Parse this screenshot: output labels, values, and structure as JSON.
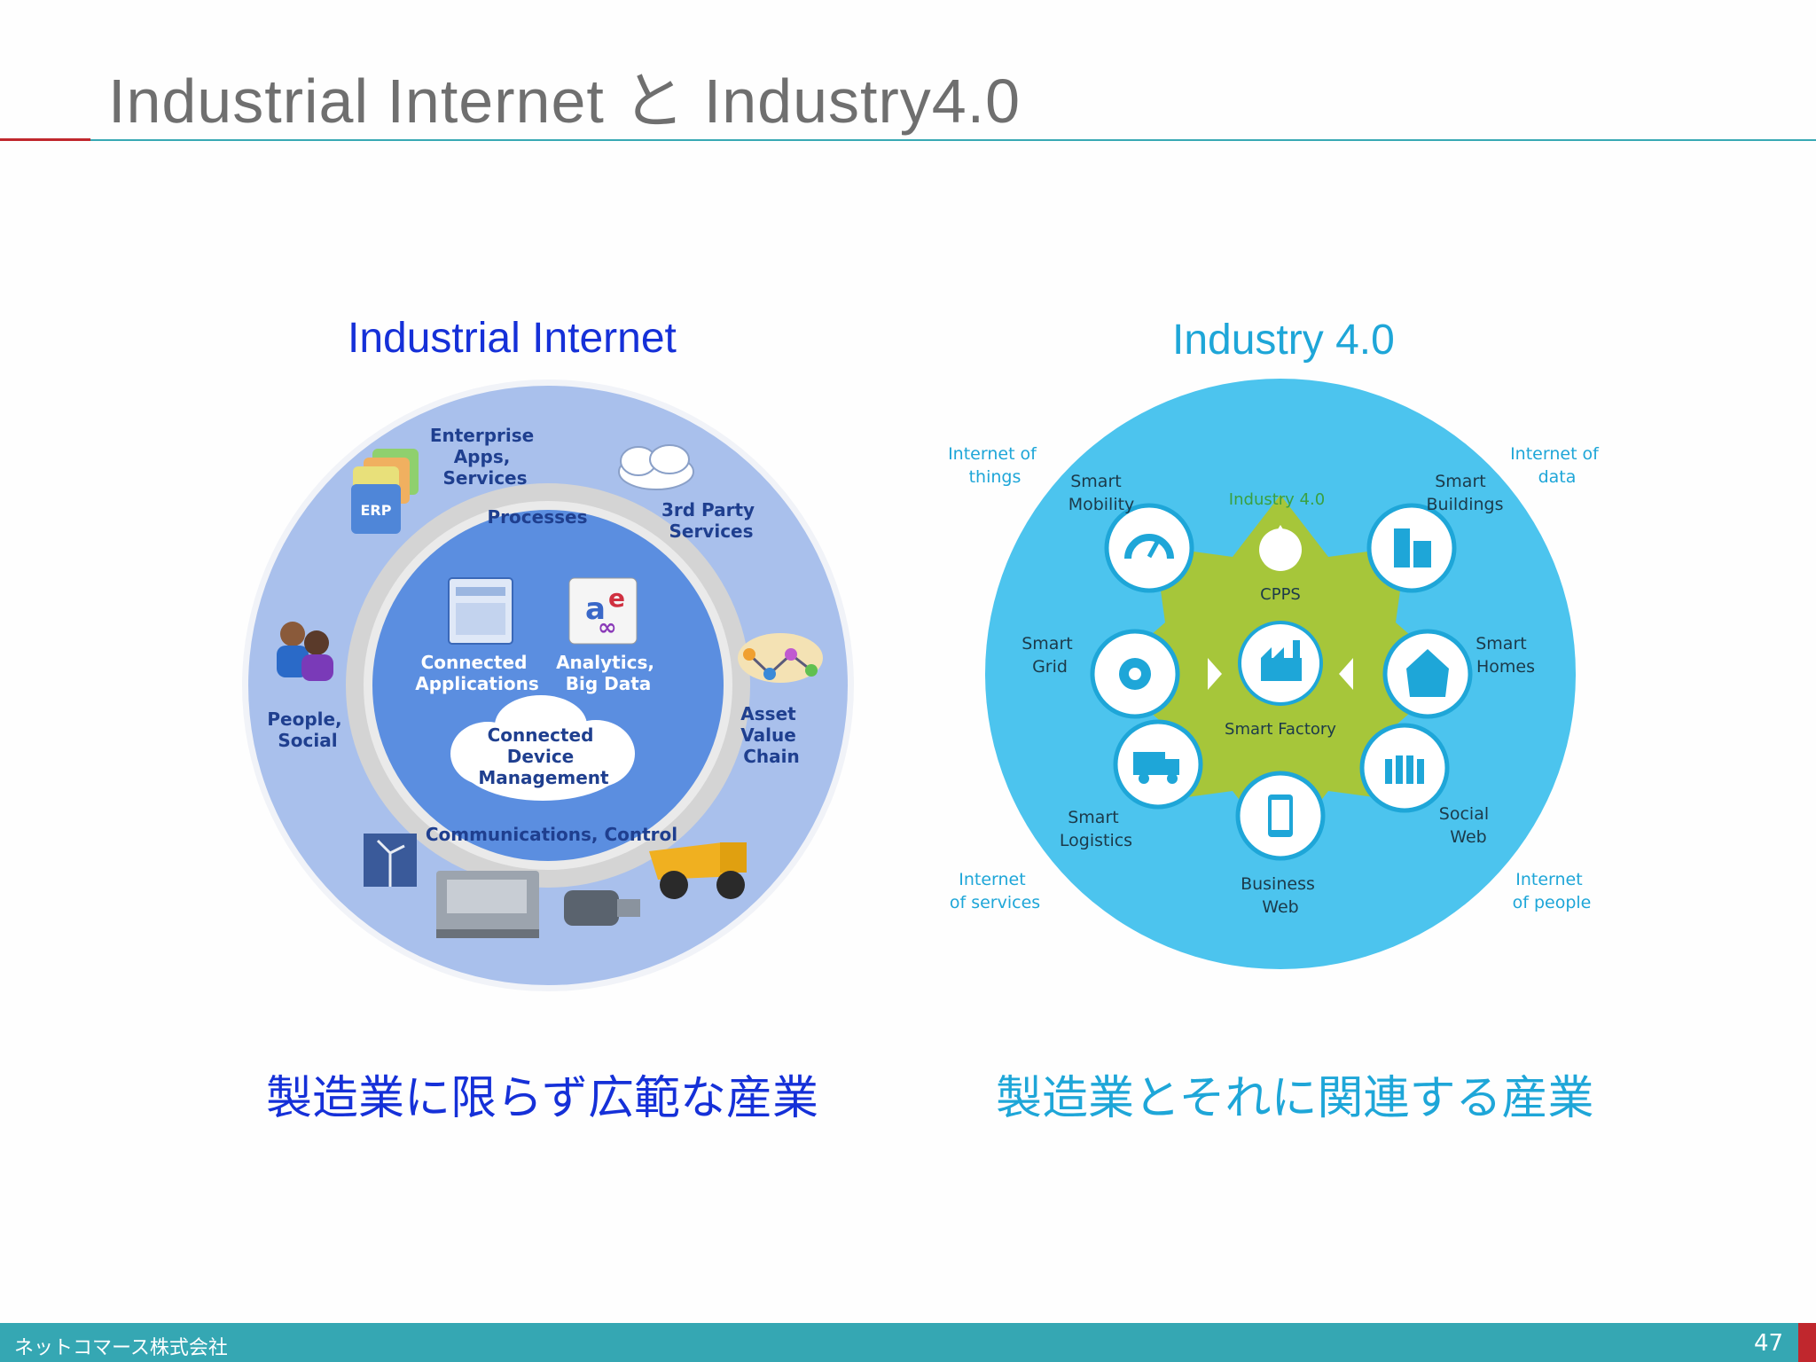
{
  "slide": {
    "title": "Industrial Internet と Industry4.0",
    "company": "ネットコマース株式会社",
    "page_number": "47"
  },
  "left": {
    "heading": "Industrial Internet",
    "caption": "製造業に限らず広範な産業",
    "labels": {
      "enterprise": [
        "Enterprise",
        "Apps,",
        "Services"
      ],
      "erp": "ERP",
      "third_party": [
        "3rd Party",
        "Services"
      ],
      "people": [
        "People,",
        "Social"
      ],
      "asset": [
        "Asset",
        "Value",
        "Chain"
      ],
      "processes": "Processes",
      "connected_apps": [
        "Connected",
        "Applications"
      ],
      "analytics": [
        "Analytics,",
        "Big Data"
      ],
      "device_mgmt": [
        "Connected",
        "Device",
        "Management"
      ],
      "communications": "Communications, Control"
    },
    "colors": {
      "outer": "#a9c0ec",
      "ring": "#d4d4d4",
      "inner": "#5b8ee0",
      "text": "#1f3f8f"
    }
  },
  "right": {
    "heading": "Industry 4.0",
    "caption": "製造業とそれに関連する産業",
    "labels": {
      "core_title": "Industry 4.0",
      "cpps": "CPPS",
      "smart_factory": "Smart Factory",
      "corner_tl": [
        "Internet of",
        "things"
      ],
      "corner_tr": [
        "Internet of",
        "data"
      ],
      "corner_bl": [
        "Internet",
        "of services"
      ],
      "corner_br": [
        "Internet",
        "of people"
      ],
      "smart_mobility": [
        "Smart",
        "Mobility"
      ],
      "smart_buildings": [
        "Smart",
        "Buildings"
      ],
      "smart_grid": [
        "Smart",
        "Grid"
      ],
      "smart_homes": [
        "Smart",
        "Homes"
      ],
      "smart_logistics": [
        "Smart",
        "Logistics"
      ],
      "social_web": [
        "Social",
        "Web"
      ],
      "business_web": [
        "Business",
        "Web"
      ]
    },
    "colors": {
      "circle": "#4cc4ee",
      "core": "#a6c63a",
      "icon": "#1ea6d8",
      "text": "#1c3a4a"
    }
  }
}
